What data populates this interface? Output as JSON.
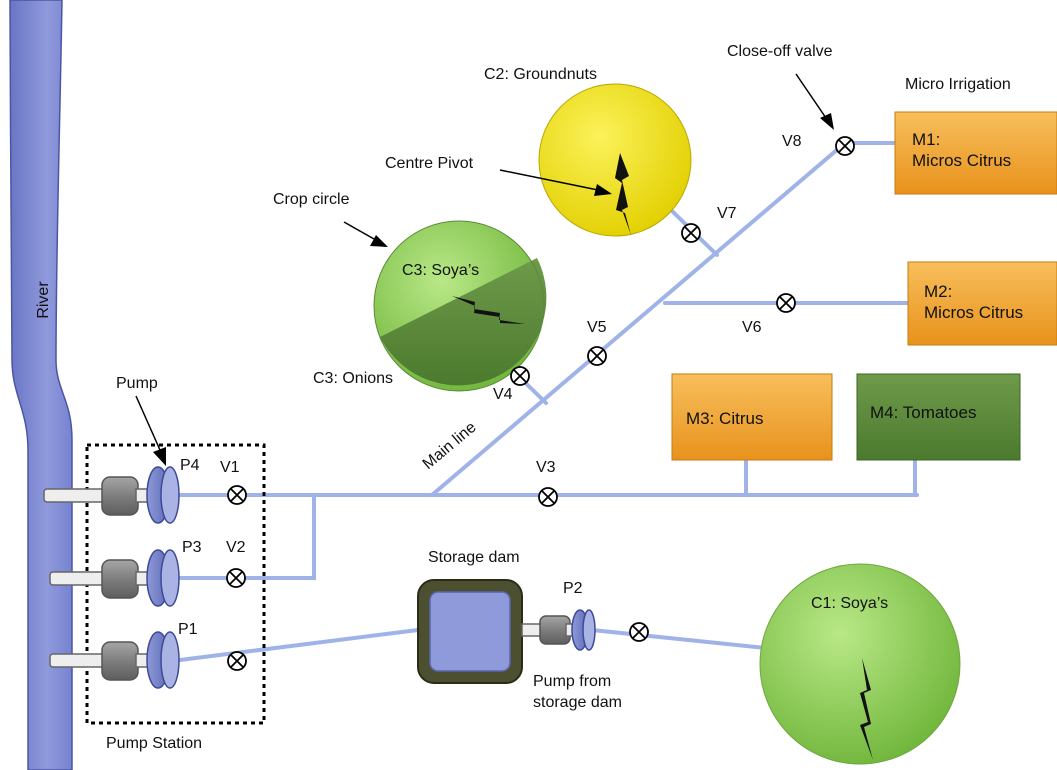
{
  "river": {
    "label": "River",
    "color": "#7b86cf"
  },
  "pipe_color": "#9fb3e8",
  "pump_station": {
    "label": "Pump Station",
    "pump_label": "Pump"
  },
  "pumps": {
    "p4": "P4",
    "p3": "P3",
    "p1": "P1",
    "p2": "P2"
  },
  "valves": {
    "v1": "V1",
    "v2": "V2",
    "v3": "V3",
    "v4": "V4",
    "v5": "V5",
    "v6": "V6",
    "v7": "V7",
    "v8": "V8"
  },
  "annotations": {
    "main_line": "Main line",
    "crop_circle": "Crop circle",
    "centre_pivot": "Centre Pivot",
    "close_off_valve": "Close-off valve",
    "micro_irrigation": "Micro Irrigation",
    "storage_dam": "Storage dam",
    "pump_from_storage_dam": [
      "Pump from",
      "storage dam"
    ]
  },
  "circles": {
    "c1": {
      "label": "C1: Soya’s",
      "color": "#8fcf4f"
    },
    "c2": {
      "label": "C2: Groundnuts",
      "color": "#f0e000"
    },
    "c3_soya": {
      "label": "C3: Soya’s",
      "color": "#93d36a"
    },
    "c3_onions": {
      "label": "C3: Onions",
      "color": "#5a8a3a"
    }
  },
  "boxes": {
    "m1": {
      "line1": "M1:",
      "line2": "Micros Citrus",
      "color": "#f0a430"
    },
    "m2": {
      "line1": "M2:",
      "line2": "Micros Citrus",
      "color": "#f0a430"
    },
    "m3": {
      "label": "M3: Citrus",
      "color": "#f0a430"
    },
    "m4": {
      "label": "M4: Tomatoes",
      "color": "#5f8a3f"
    }
  }
}
